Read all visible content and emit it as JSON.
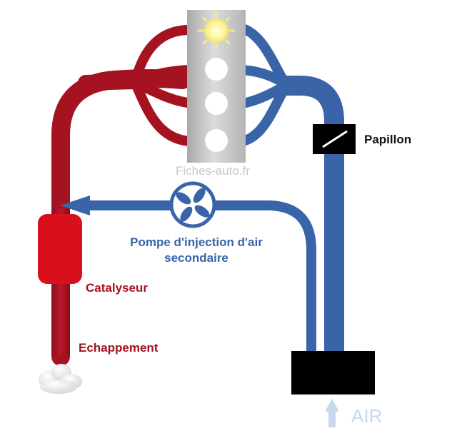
{
  "labels": {
    "papillon": "Papillon",
    "pump": "Pompe d'injection d'air secondaire",
    "catalyst": "Catalyseur",
    "exhaust": "Echappement",
    "watermark": "Fiches-auto.fr",
    "air": "AIR"
  },
  "colors": {
    "exhaust_red": "#a51220",
    "catalyst_red": "#d8101c",
    "intake_blue": "#3a64a8",
    "engine_gray": "#c9c9c9",
    "air_arrow": "#c7d8ee",
    "black": "#000000"
  },
  "icons": [
    "sun-icon",
    "fan-icon",
    "cloud-icon",
    "arrow-up-icon",
    "arrow-left-icon"
  ]
}
